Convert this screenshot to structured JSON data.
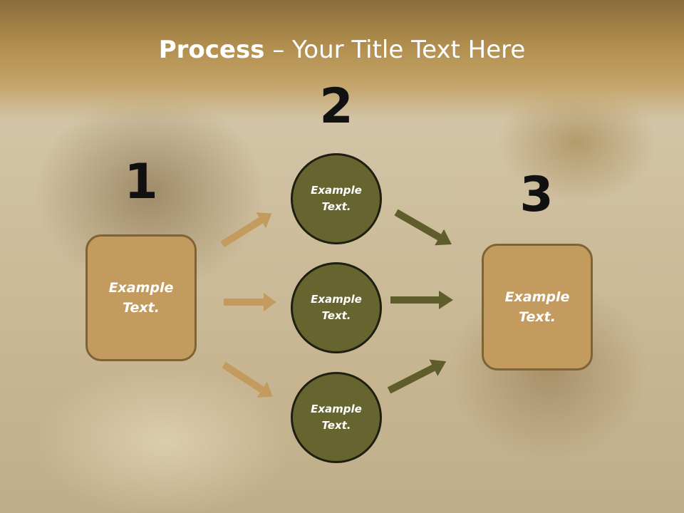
{
  "title": {
    "bold": "Process",
    "rest": " – Your Title Text Here"
  },
  "steps": {
    "n1": "1",
    "n2": "2",
    "n3": "3"
  },
  "left_box": {
    "line1": "Example",
    "line2": "Text."
  },
  "circles": [
    {
      "line1": "Example",
      "line2": "Text."
    },
    {
      "line1": "Example",
      "line2": "Text."
    },
    {
      "line1": "Example",
      "line2": "Text."
    }
  ],
  "right_box": {
    "line1": "Example",
    "line2": "Text."
  },
  "colors": {
    "header_gold": "#b3904f",
    "box_fill": "#c49b5e",
    "box_border": "#7e6434",
    "circle_fill": "#66652f",
    "arrow_light": "#c49b5e",
    "arrow_dark": "#5f5d2c"
  }
}
